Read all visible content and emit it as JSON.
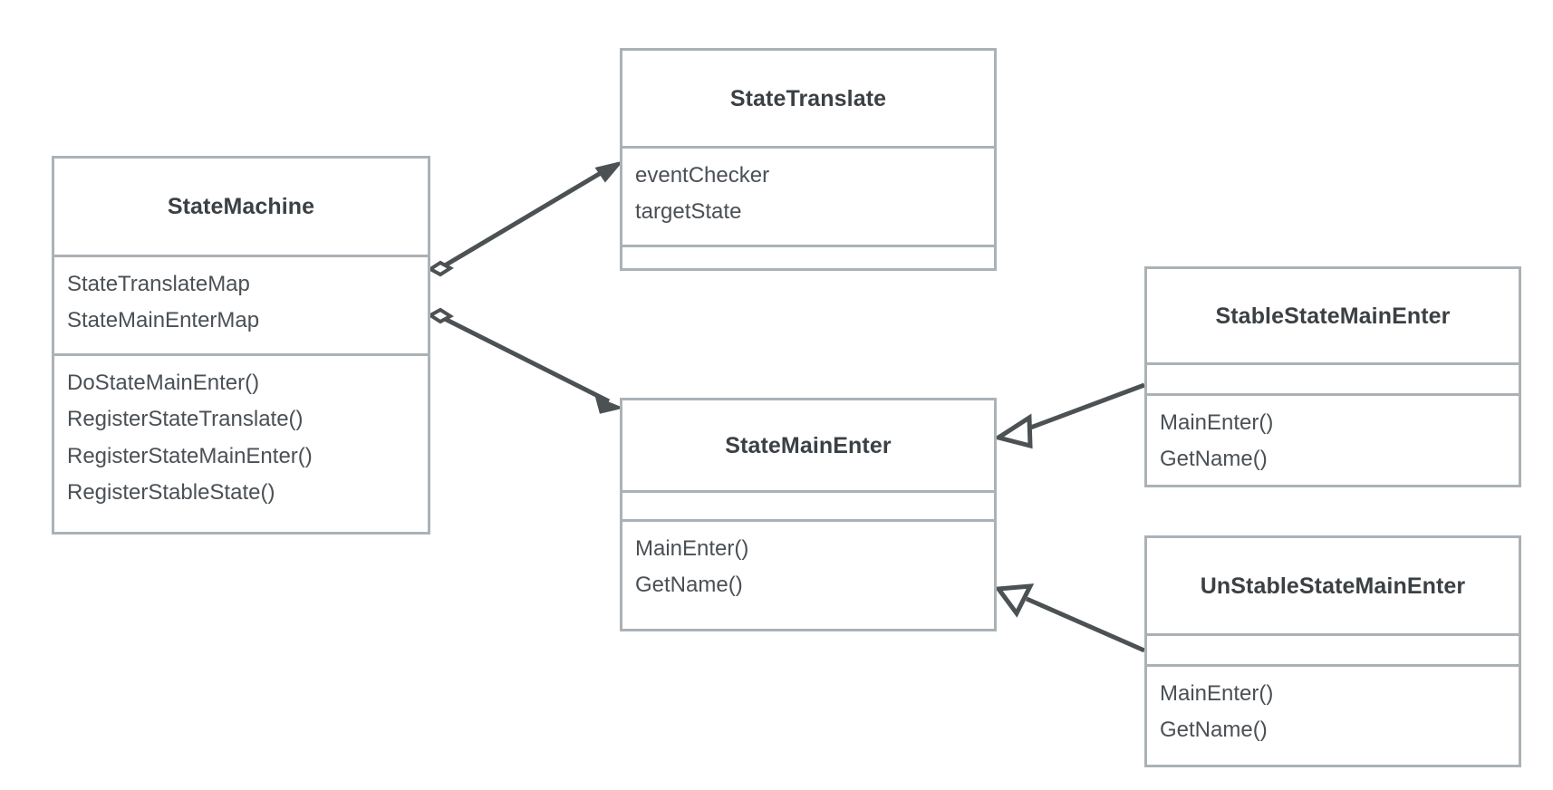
{
  "diagram": {
    "type": "uml-class-diagram",
    "title": "",
    "colors": {
      "background": "#ffffff",
      "class_border": "#aab2b6",
      "class_name_text": "#3b4044",
      "member_text": "#4a5055",
      "connector": "#4c5154"
    },
    "classes": [
      {
        "id": "state-machine",
        "name": "StateMachine",
        "attributes": [
          "StateTranslateMap",
          "StateMainEnterMap"
        ],
        "methods": [
          "DoStateMainEnter()",
          "RegisterStateTranslate()",
          "RegisterStateMainEnter()",
          "RegisterStableState()"
        ]
      },
      {
        "id": "state-translate",
        "name": "StateTranslate",
        "attributes": [
          "eventChecker",
          "targetState"
        ],
        "methods": []
      },
      {
        "id": "state-main-enter",
        "name": "StateMainEnter",
        "attributes": [],
        "methods": [
          "MainEnter()",
          "GetName()"
        ]
      },
      {
        "id": "stable-state-main-enter",
        "name": "StableStateMainEnter",
        "attributes": [],
        "methods": [
          "MainEnter()",
          "GetName()"
        ]
      },
      {
        "id": "unstable-state-main-enter",
        "name": "UnStableStateMainEnter",
        "attributes": [],
        "methods": [
          "MainEnter()",
          "GetName()"
        ]
      }
    ],
    "relations": [
      {
        "id": "agg-state-machine-state-translate",
        "kind": "aggregation",
        "source": "StateMachine",
        "target": "StateTranslate",
        "label": ""
      },
      {
        "id": "agg-state-machine-state-main-enter",
        "kind": "aggregation",
        "source": "StateMachine",
        "target": "StateMainEnter",
        "label": ""
      },
      {
        "id": "gen-stable-state-main-enter",
        "kind": "generalization",
        "source": "StableStateMainEnter",
        "target": "StateMainEnter",
        "label": ""
      },
      {
        "id": "gen-unstable-state-main-enter",
        "kind": "generalization",
        "source": "UnStableStateMainEnter",
        "target": "StateMainEnter",
        "label": ""
      }
    ]
  }
}
